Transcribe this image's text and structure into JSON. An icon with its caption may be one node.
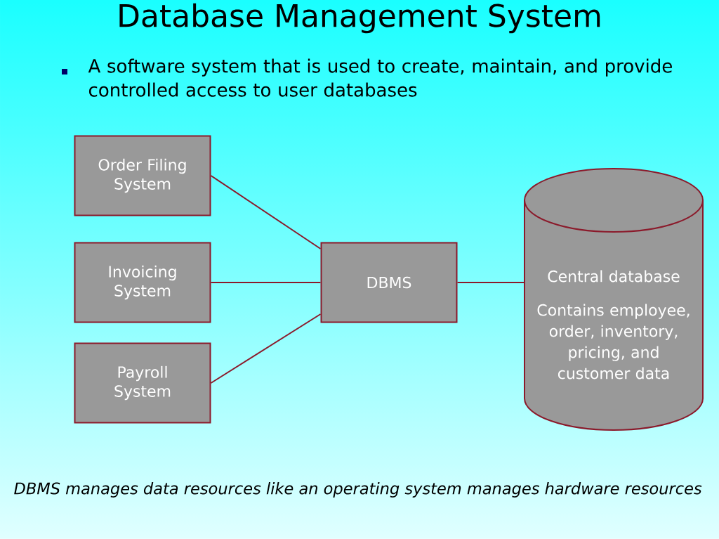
{
  "diagram": {
    "title": "Database Management System",
    "nodes": [
      {
        "text": [
          "Order Filing System"
        ]
      },
      {
        "text": [
          "Invoicing System"
        ]
      },
      {
        "text": [
          "Payroll System"
        ]
      },
      {
        "text": [
          "DBMS"
        ]
      },
      {
        "text": [
          "Central database",
          "Contains employee, order, inventory, pricing, and customer data"
        ]
      }
    ],
    "edges": [
      {
        "from": 0,
        "to": 3,
        "arrow": "none"
      },
      {
        "from": 1,
        "to": 3,
        "arrow": "none"
      },
      {
        "from": 2,
        "to": 3,
        "arrow": "none"
      },
      {
        "from": 3,
        "to": 4,
        "arrow": "none"
      }
    ],
    "labels": [
      "A software system that is used to create, maintain, and provide controlled access to user databases",
      "DBMS manages data resources like an operating system manages hardware resources"
    ]
  }
}
